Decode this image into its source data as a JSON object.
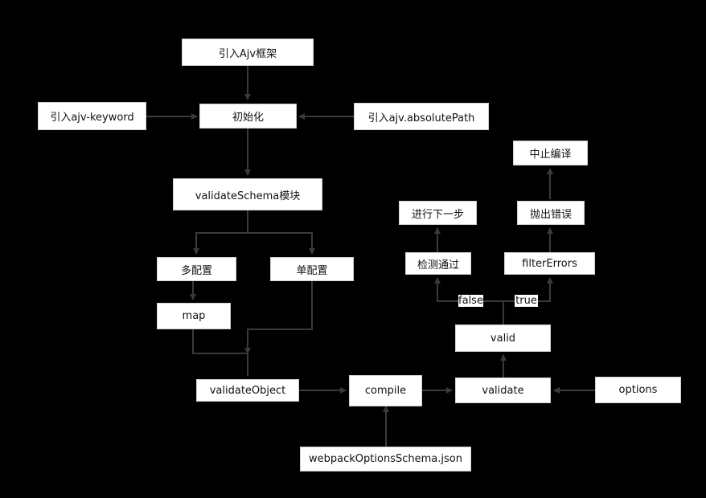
{
  "colors": {
    "background": "#000000",
    "node_fill": "#ffffff",
    "edge": "#3a3a3a",
    "text": "#111111"
  },
  "nodes": {
    "import_ajv": "引入Ajv框架",
    "init": "初始化",
    "import_keyword": "引入ajv-keyword",
    "import_absolute_path": "引入ajv.absolutePath",
    "validate_schema_module": "validateSchema模块",
    "multi_config": "多配置",
    "single_config": "单配置",
    "map": "map",
    "validate_object": "validateObject",
    "compile": "compile",
    "validate": "validate",
    "options": "options",
    "webpack_options_schema": "webpackOptionsSchema.json",
    "valid": "valid",
    "check_passed": "检测通过",
    "filter_errors": "filterErrors",
    "next_step": "进行下一步",
    "throw_error": "抛出错误",
    "abort_compile": "中止编译"
  },
  "edge_labels": {
    "false_label": "false",
    "true_label": "true"
  }
}
